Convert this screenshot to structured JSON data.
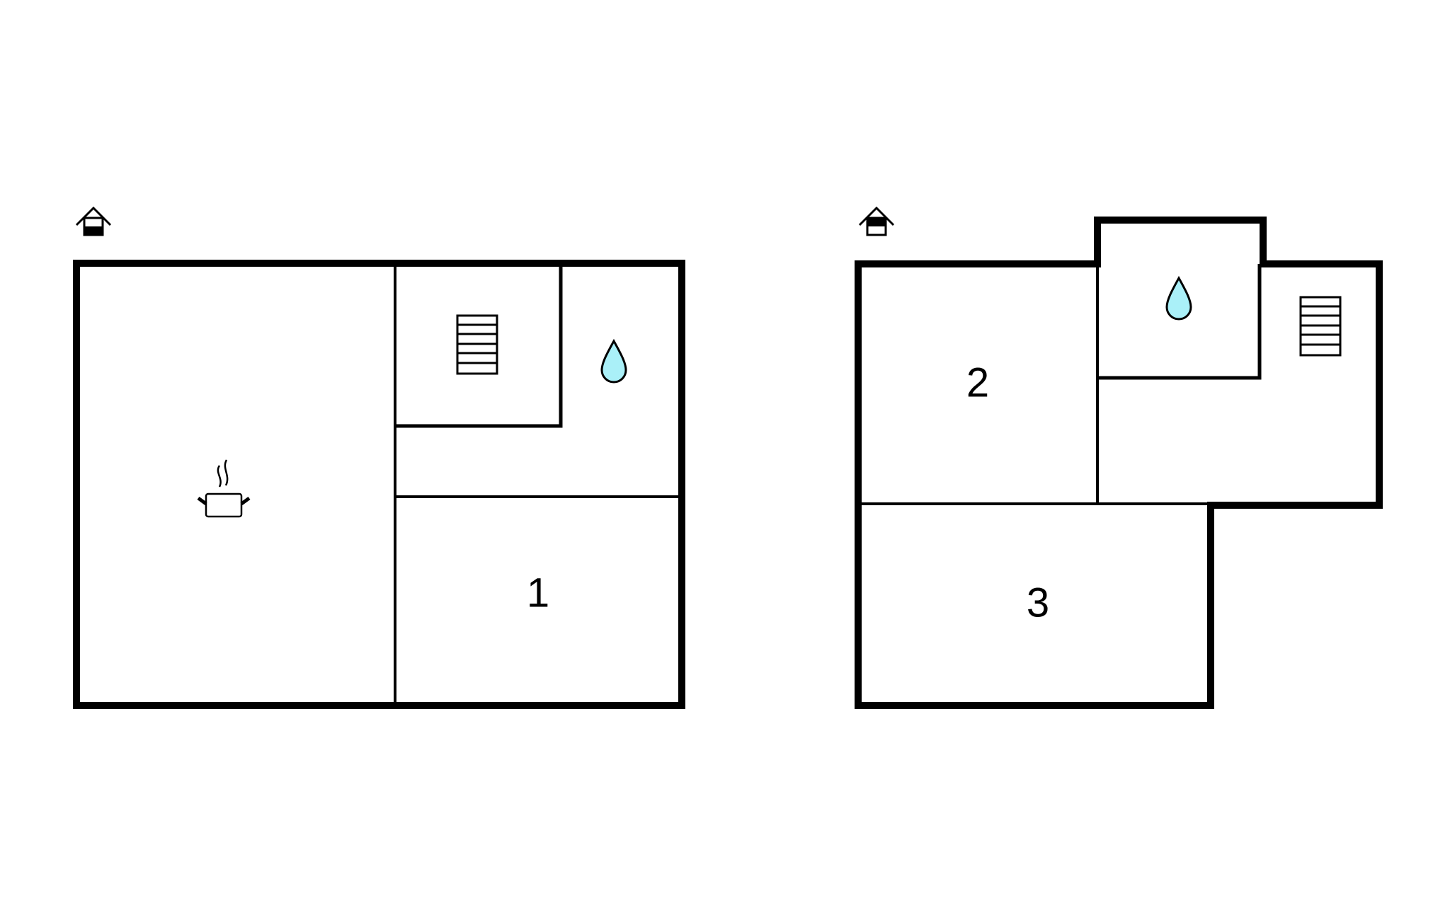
{
  "colors": {
    "wall": "#000000",
    "background": "#ffffff",
    "water": "#aaf0f8"
  },
  "floors": [
    {
      "floor_icon": "house-ground-floor-icon",
      "rooms": [
        {
          "label": "",
          "icon": "cooking-pot-icon"
        },
        {
          "label": "",
          "icon": "stairs-icon"
        },
        {
          "label": "",
          "icon": "water-drop-icon"
        },
        {
          "label": "1",
          "icon": ""
        }
      ]
    },
    {
      "floor_icon": "house-upper-floor-icon",
      "rooms": [
        {
          "label": "2",
          "icon": ""
        },
        {
          "label": "",
          "icon": "water-drop-icon"
        },
        {
          "label": "",
          "icon": "stairs-icon"
        },
        {
          "label": "3",
          "icon": ""
        }
      ]
    }
  ]
}
